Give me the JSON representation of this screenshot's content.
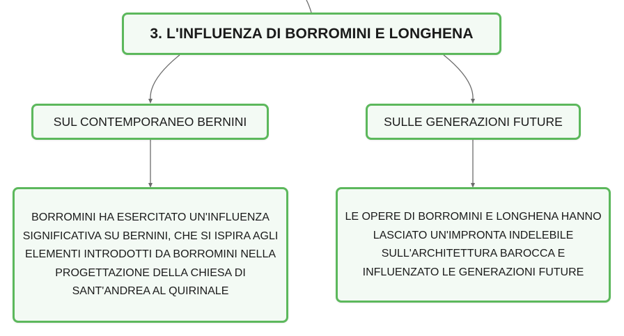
{
  "diagram": {
    "root": {
      "label": "3. L'INFLUENZA DI BORROMINI E LONGHENA"
    },
    "branches": [
      {
        "label": "SUL CONTEMPORANEO BERNINI",
        "detail": "BORROMINI HA ESERCITATO UN'INFLUENZA SIGNIFICATIVA SU BERNINI, CHE SI ISPIRA AGLI ELEMENTI INTRODOTTI DA BORROMINI NELLA PROGETTAZIONE DELLA CHIESA DI SANT'ANDREA AL QUIRINALE"
      },
      {
        "label": "SULLE GENERAZIONI FUTURE",
        "detail": "LE OPERE DI BORROMINI E LONGHENA HANNO LASCIATO UN'IMPRONTA INDELEBILE SULL'ARCHITETTURA BAROCCA E INFLUENZATO LE GENERAZIONI FUTURE"
      }
    ]
  },
  "colors": {
    "node_border": "#5cb85c",
    "node_fill": "#f3faf4",
    "connector": "#6b6b6b"
  }
}
